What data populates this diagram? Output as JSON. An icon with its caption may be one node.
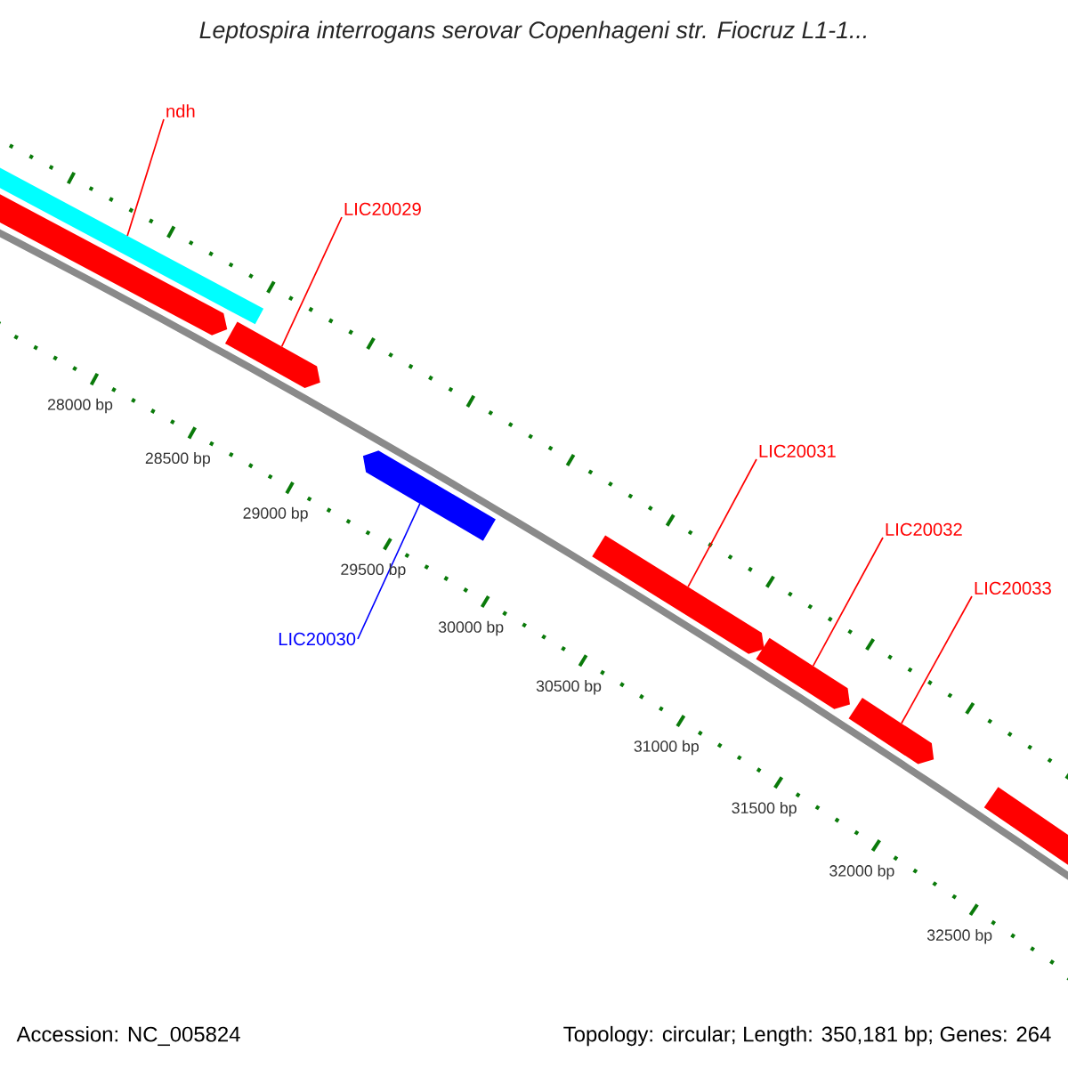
{
  "diagram": {
    "title": "Leptospira interrogans serovar Copenhageni str. Fiocruz L1-1...",
    "nodes": [
      {
        "text": [
          "ndh"
        ]
      },
      {
        "text": [],
        "shape": "bar"
      },
      {
        "text": [],
        "shape": "arrow"
      },
      {
        "text": [
          "LIC20029"
        ]
      },
      {
        "text": [],
        "shape": "arrow"
      },
      {
        "text": [],
        "shape": "arrow"
      },
      {
        "text": [
          "LIC20030"
        ]
      },
      {
        "text": [
          "LIC20031"
        ]
      },
      {
        "text": [],
        "shape": "arrow"
      },
      {
        "text": [
          "LIC20032"
        ]
      },
      {
        "text": [],
        "shape": "arrow"
      },
      {
        "text": [
          "LIC20033"
        ]
      },
      {
        "text": [],
        "shape": "arrow"
      },
      {
        "text": [],
        "shape": "arrow"
      }
    ],
    "edges": [
      {
        "from": 0,
        "to": 1,
        "arrow": "none"
      },
      {
        "from": 3,
        "to": 4,
        "arrow": "none"
      },
      {
        "from": 6,
        "to": 5,
        "arrow": "none",
        "color": "#0000ff"
      },
      {
        "from": 7,
        "to": 8,
        "arrow": "none"
      },
      {
        "from": 9,
        "to": 10,
        "arrow": "none"
      },
      {
        "from": 11,
        "to": 12,
        "arrow": "none"
      }
    ],
    "labels": [
      "28000 bp",
      "28500 bp",
      "29000 bp",
      "29500 bp",
      "30000 bp",
      "30500 bp",
      "31000 bp",
      "31500 bp",
      "32000 bp",
      "32500 bp",
      "Accession: NC_005824",
      "Topology: circular; Length: 350,181 bp; Genes: 264"
    ]
  }
}
